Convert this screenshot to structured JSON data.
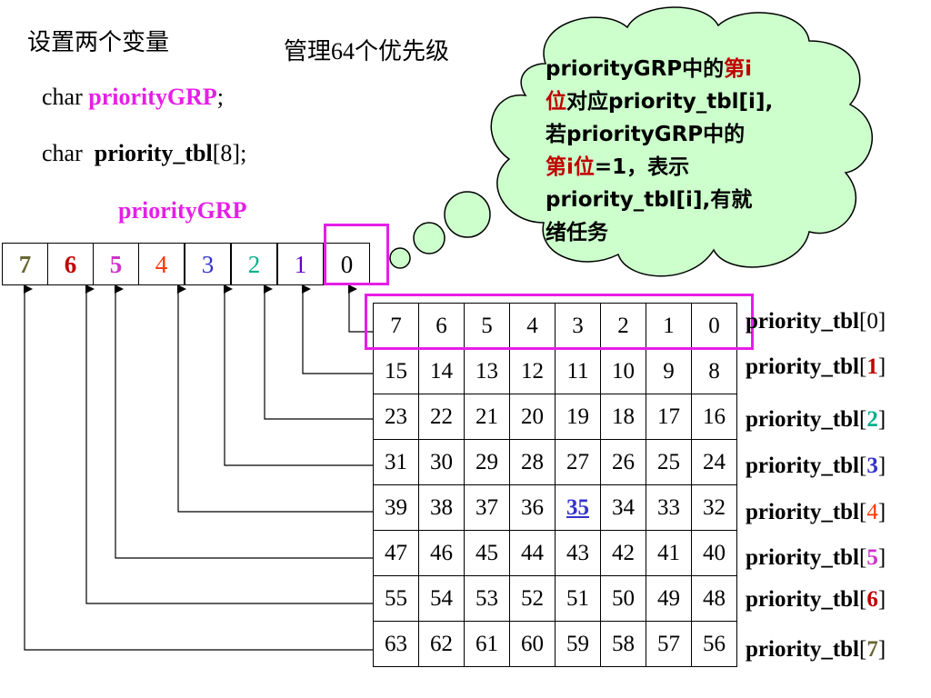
{
  "heading_vars": "设置两个变量",
  "heading_manage": "管理64个优先级",
  "decl1": {
    "kw": "char",
    "name": "priorityGRP",
    "end": ";"
  },
  "decl2": {
    "kw": "char",
    "name": "priority_tbl",
    "arr": "[8];"
  },
  "grp_title": "priorityGRP",
  "grp_bits": [
    "7",
    "6",
    "5",
    "4",
    "3",
    "2",
    "1",
    "0"
  ],
  "colors": {
    "accent_magenta": "#e61ee6",
    "red": "#c00000",
    "bubble_fill": "#ccffcc",
    "bit_colors": [
      "#666633",
      "#c00000",
      "#cc33cc",
      "#ff3300",
      "#3333cc",
      "#00b08a",
      "#6600cc",
      "#000000"
    ]
  },
  "bubble": {
    "l1_a": "priorityGRP中的",
    "l1_b": "第i",
    "l2_a": "位",
    "l2_b": "对应priority_tbl[i],",
    "l3": "若priorityGRP中的",
    "l4_a": "第i位",
    "l4_b": "=1，表示",
    "l5": "priority_tbl[i],有就",
    "l6": "绪任务"
  },
  "table_rows": [
    [
      "7",
      "6",
      "5",
      "4",
      "3",
      "2",
      "1",
      "0"
    ],
    [
      "15",
      "14",
      "13",
      "12",
      "11",
      "10",
      "9",
      "8"
    ],
    [
      "23",
      "22",
      "21",
      "20",
      "19",
      "18",
      "17",
      "16"
    ],
    [
      "31",
      "30",
      "29",
      "28",
      "27",
      "26",
      "25",
      "24"
    ],
    [
      "39",
      "38",
      "37",
      "36",
      "35",
      "34",
      "33",
      "32"
    ],
    [
      "47",
      "46",
      "45",
      "44",
      "43",
      "42",
      "41",
      "40"
    ],
    [
      "55",
      "54",
      "53",
      "52",
      "51",
      "50",
      "49",
      "48"
    ],
    [
      "63",
      "62",
      "61",
      "60",
      "59",
      "58",
      "57",
      "56"
    ]
  ],
  "highlighted_value": "35",
  "tbl_labels": [
    {
      "name": "priority_tbl",
      "open": "[",
      "idx": "0",
      "close": "]",
      "color": "#000000"
    },
    {
      "name": "priority_tbl",
      "open": "[",
      "idx": "1",
      "close": "]",
      "color": "#c00000"
    },
    {
      "name": "priority_tbl",
      "open": "[",
      "idx": "2",
      "close": "]",
      "color": "#00b08a"
    },
    {
      "name": "priority_tbl",
      "open": "[",
      "idx": "3",
      "close": "]",
      "color": "#3333cc"
    },
    {
      "name": "priority_tbl",
      "open": "[",
      "idx": "4",
      "close": "]",
      "color": "#ff3300"
    },
    {
      "name": "priority_tbl",
      "open": "[",
      "idx": "5",
      "close": "]",
      "color": "#cc33cc"
    },
    {
      "name": "priority_tbl",
      "open": "[",
      "idx": "6",
      "close": "]",
      "color": "#c00000"
    },
    {
      "name": "priority_tbl",
      "open": "[",
      "idx": "7",
      "close": "]",
      "color": "#666633"
    }
  ]
}
